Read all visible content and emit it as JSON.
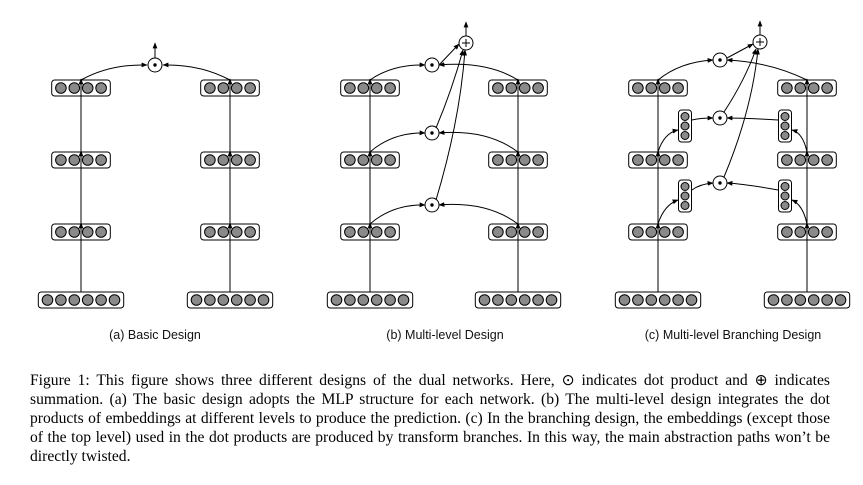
{
  "figure": {
    "panels": [
      {
        "id": "a",
        "label": "(a) Basic Design"
      },
      {
        "id": "b",
        "label": "(b) Multi-level Design"
      },
      {
        "id": "c",
        "label": "(c) Multi-level Branching Design"
      }
    ],
    "symbols": {
      "dot_product": "⊙",
      "summation": "⊕"
    }
  },
  "caption": {
    "prefix": "Figure 1:",
    "text": " This figure shows three different designs of the dual networks. Here, ⊙ indicates dot product and ⊕ indicates summation. (a) The basic design adopts the MLP structure for each network. (b) The multi-level design integrates the dot products of embeddings at different levels to produce the prediction. (c) In the branching design, the embeddings (except those of the top level) used in the dot products are produced by transform branches. In this way, the main abstraction paths won’t be directly twisted."
  }
}
